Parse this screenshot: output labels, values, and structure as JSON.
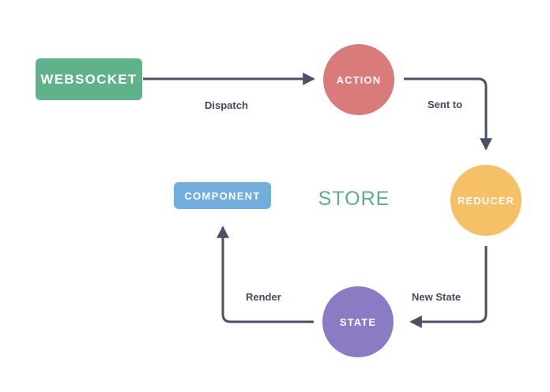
{
  "diagram": {
    "title": "STORE",
    "background": "#ffffff",
    "line_color": "#4a5166",
    "label_color": "#434a5e",
    "title_color": "#5fae84",
    "nodes": [
      {
        "id": "websocket",
        "label": "WEBSOCKET",
        "shape": "rounded-rect",
        "color": "#60b28b",
        "text_color": "#ffffff"
      },
      {
        "id": "action",
        "label": "ACTION",
        "shape": "circle",
        "color": "#d97b7b",
        "text_color": "#ffffff"
      },
      {
        "id": "reducer",
        "label": "REDUCER",
        "shape": "circle",
        "color": "#f5c066",
        "text_color": "#ffffff"
      },
      {
        "id": "state",
        "label": "STATE",
        "shape": "circle",
        "color": "#8b7bc4",
        "text_color": "#ffffff"
      },
      {
        "id": "component",
        "label": "COMPONENT",
        "shape": "rounded-rect",
        "color": "#71aede",
        "text_color": "#ffffff"
      }
    ],
    "edges": [
      {
        "id": "dispatch",
        "label": "Dispatch",
        "from": "websocket",
        "to": "action"
      },
      {
        "id": "sent-to",
        "label": "Sent to",
        "from": "action",
        "to": "reducer"
      },
      {
        "id": "new-state",
        "label": "New State",
        "from": "reducer",
        "to": "state"
      },
      {
        "id": "render",
        "label": "Render",
        "from": "state",
        "to": "component"
      }
    ]
  }
}
